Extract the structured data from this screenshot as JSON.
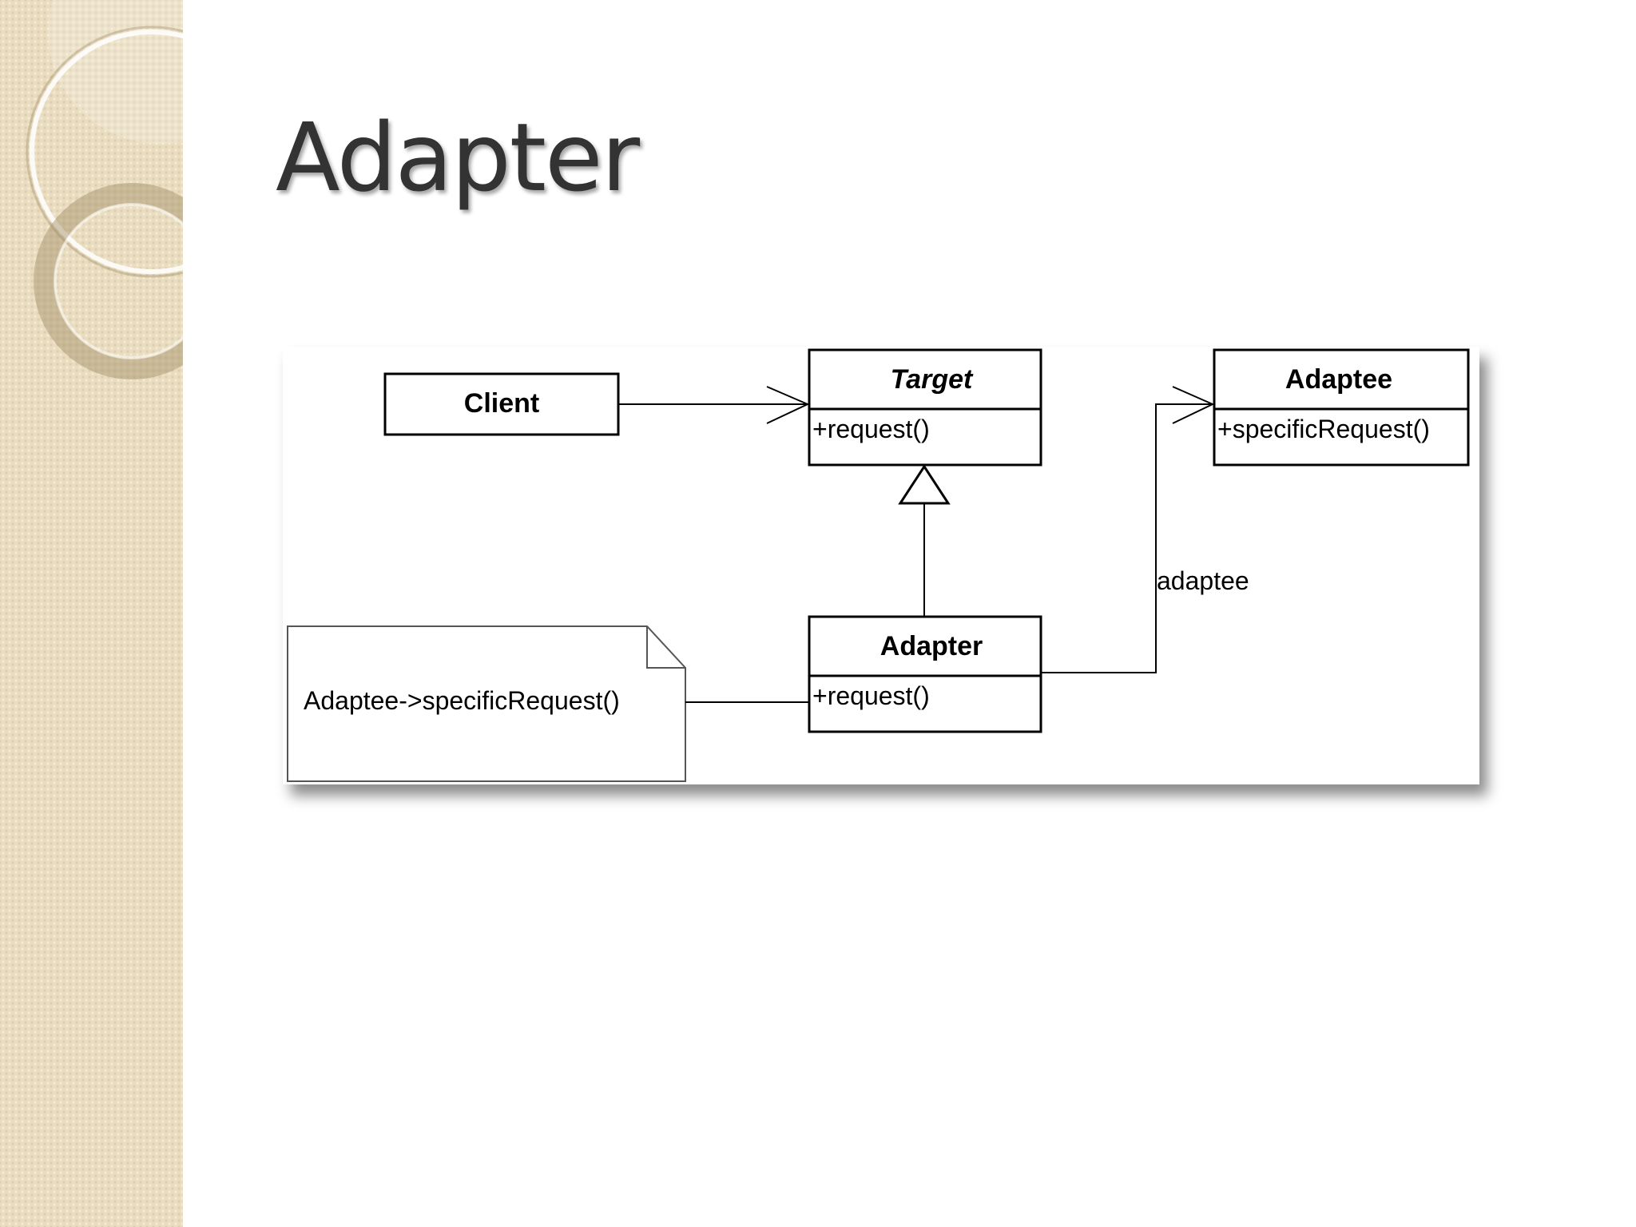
{
  "slide": {
    "title": "Adapter"
  },
  "diagram": {
    "classes": {
      "client": {
        "name": "Client"
      },
      "target": {
        "name": "Target",
        "operation": "+request()"
      },
      "adaptee": {
        "name": "Adaptee",
        "operation": "+specificRequest()"
      },
      "adapter": {
        "name": "Adapter",
        "operation": "+request()"
      }
    },
    "association_label": "adaptee",
    "note_text": "Adaptee->specificRequest()"
  },
  "colors": {
    "title": "#333333",
    "sidebar": "#e9dcbf",
    "diagram_line": "#000000"
  }
}
